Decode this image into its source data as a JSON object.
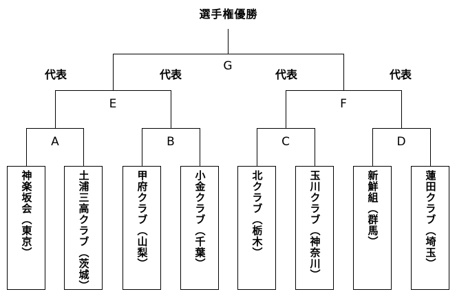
{
  "title": "選手権優勝",
  "round_labels": {
    "final": "G",
    "semi_left": "E",
    "semi_right": "F",
    "q1": "A",
    "q2": "B",
    "q3": "C",
    "q4": "D"
  },
  "rep_labels": [
    "代表",
    "代表",
    "代表",
    "代表"
  ],
  "teams": [
    "神楽坂会（東京）",
    "土浦三高クラブ（茨城）",
    "甲府クラブ（山梨）",
    "小金クラブ（千葉）",
    "北クラブ（栃木）",
    "玉川クラブ（神奈川）",
    "新鮮組（群馬）",
    "蓮田クラブ（埼玉）"
  ],
  "colors": {
    "background": "#ffffff",
    "line": "#000000",
    "text": "#000000"
  }
}
